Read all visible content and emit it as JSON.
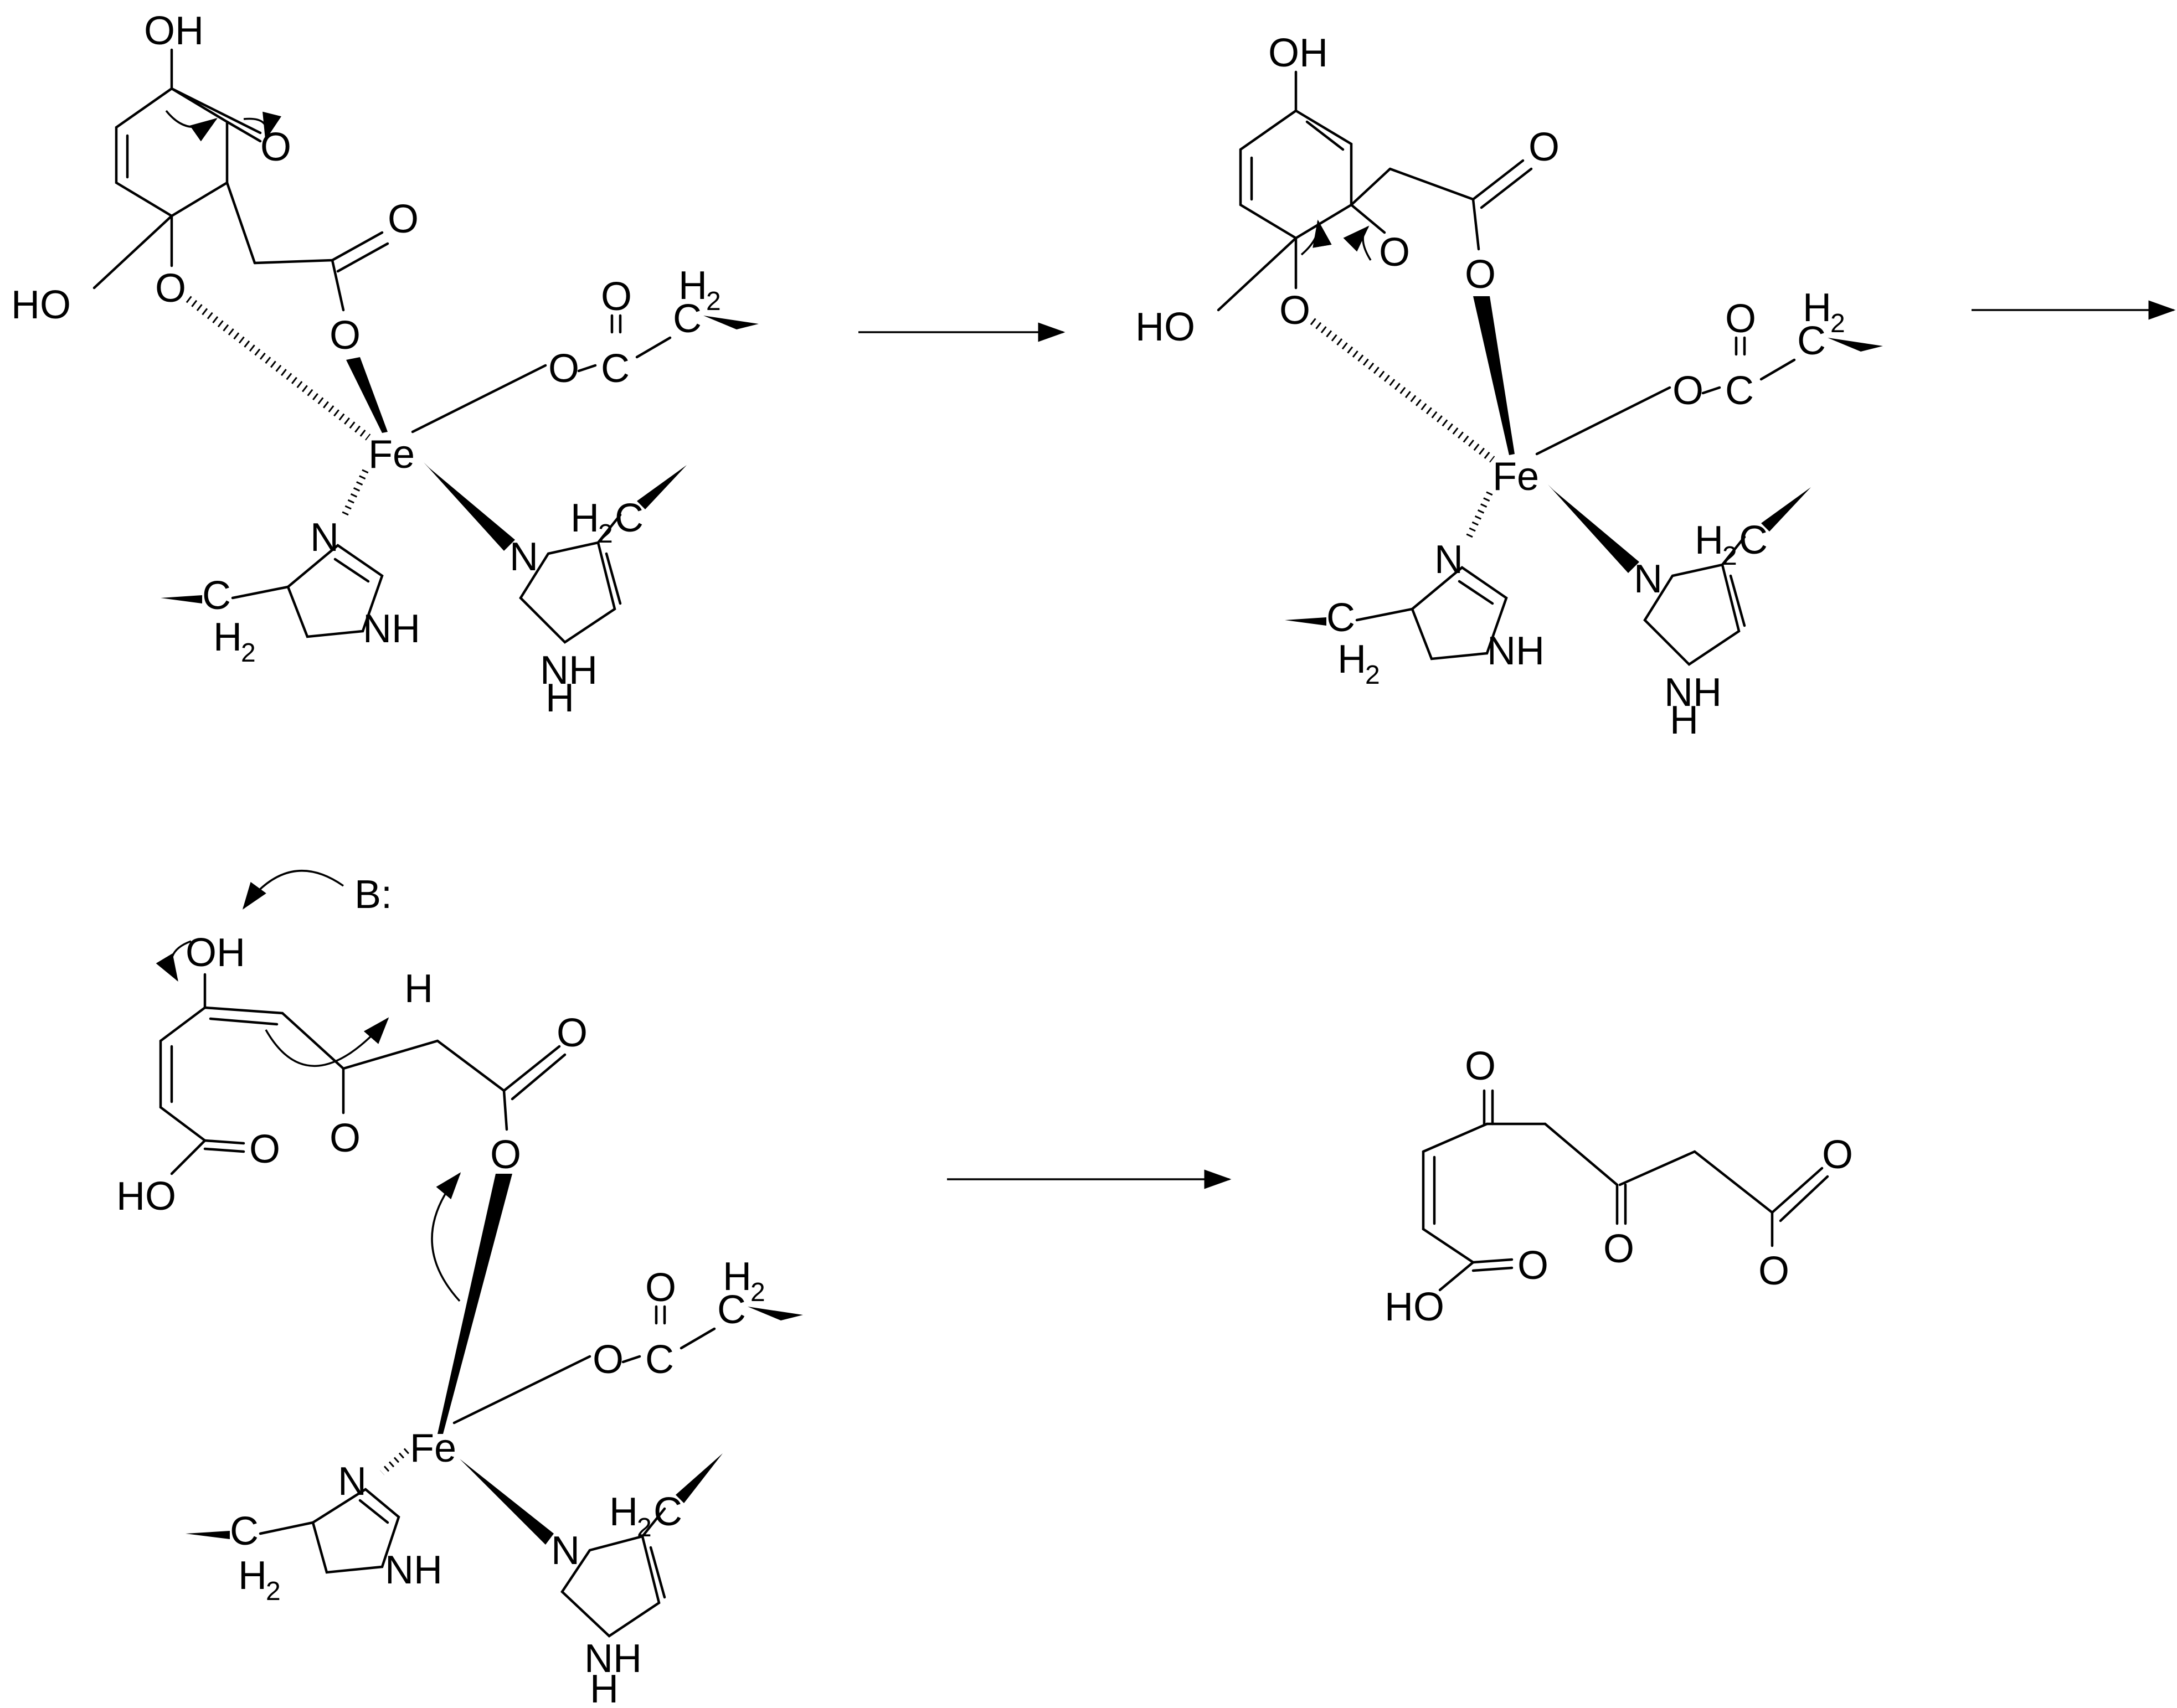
{
  "diagram": {
    "description_free": true,
    "reaction_arrows": 3,
    "labels": {
      "oh": "OH",
      "ho": "HO",
      "o": "O",
      "fe": "Fe",
      "c": "C",
      "n": "N",
      "nh": "NH",
      "h": "H",
      "h2": "H",
      "sub2": "2",
      "base": "B:"
    }
  }
}
